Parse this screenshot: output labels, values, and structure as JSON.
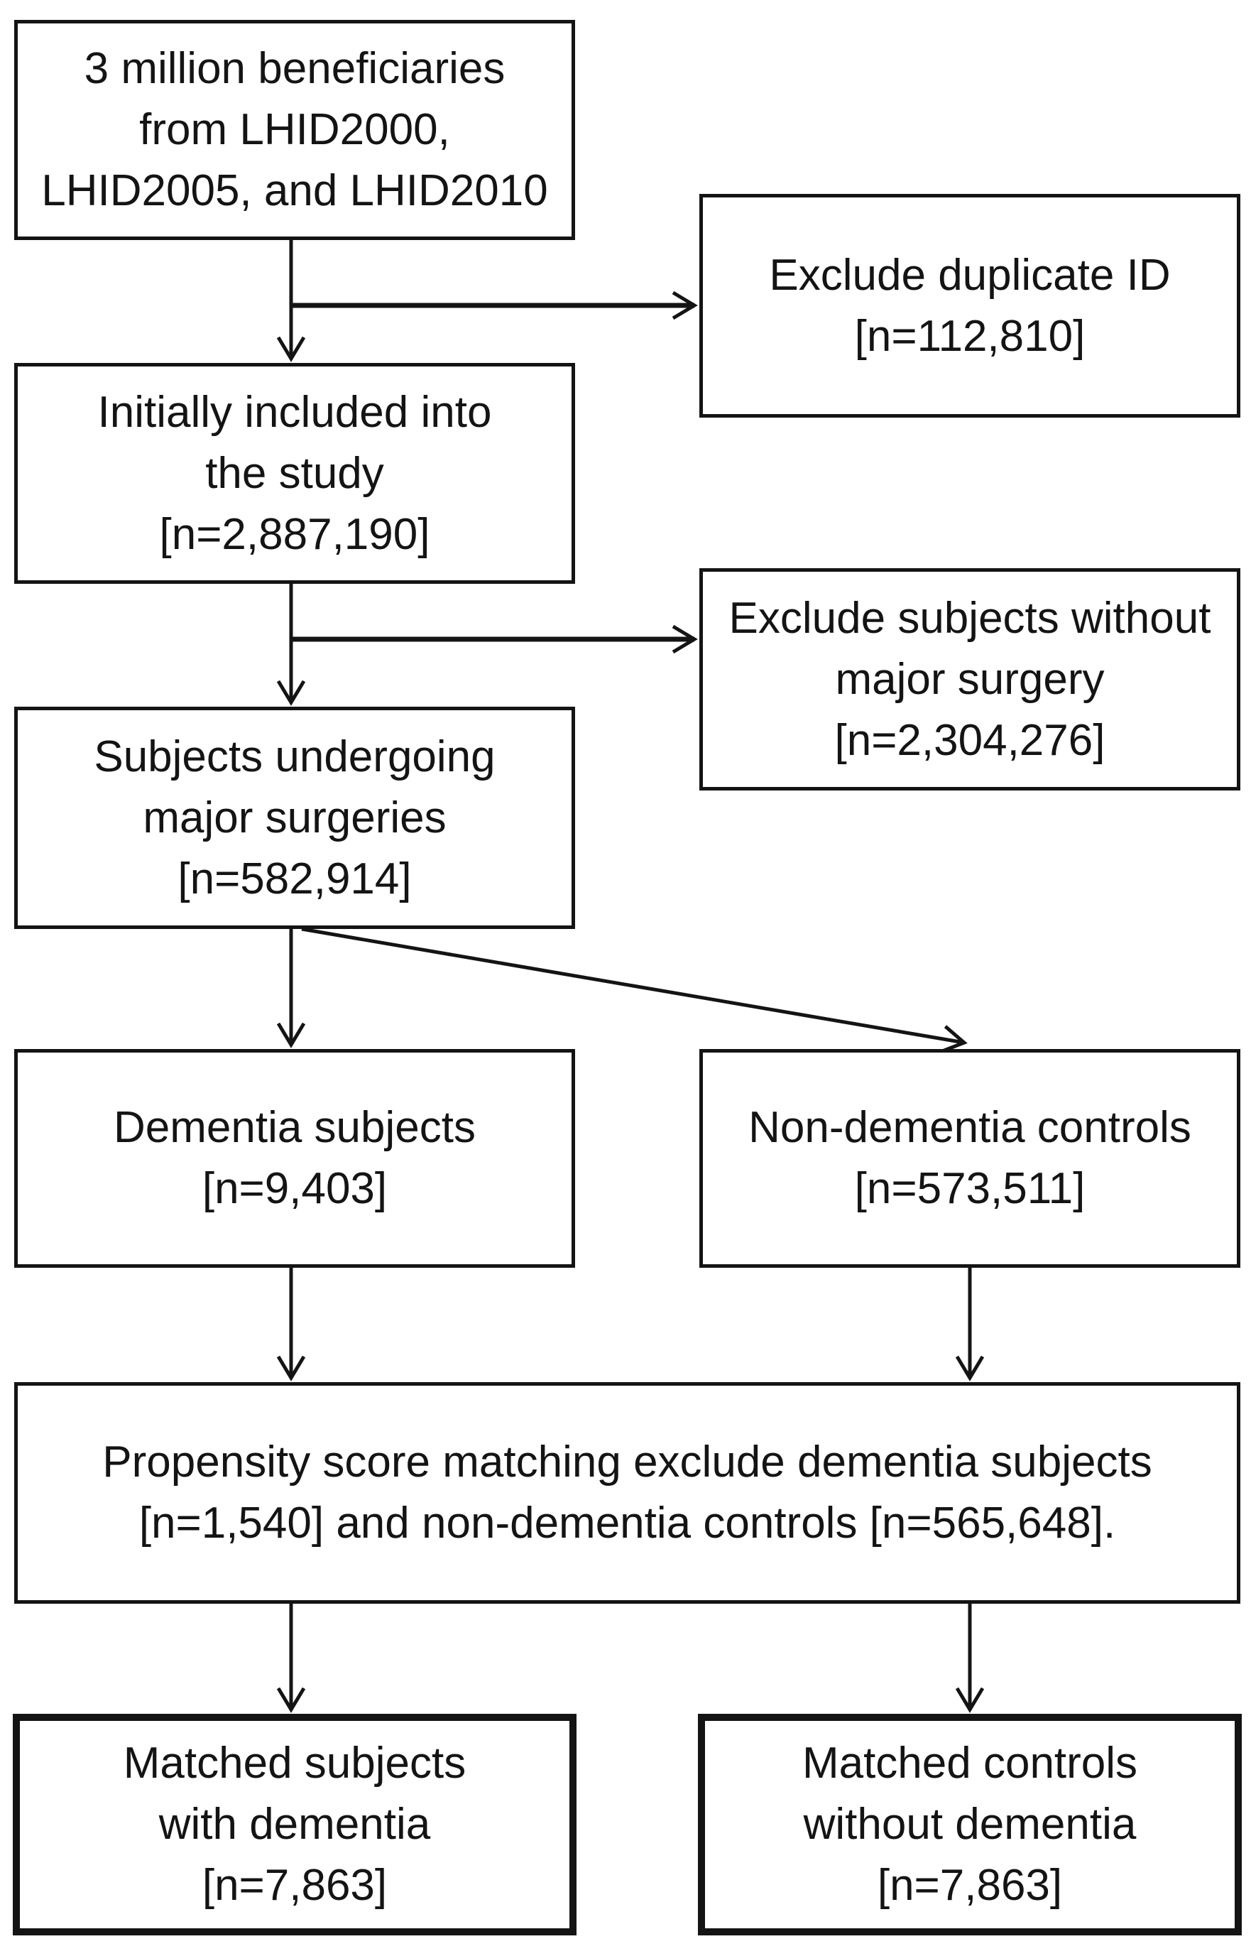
{
  "diagram": {
    "type": "study-flowchart",
    "colors": {
      "background": "#ffffff",
      "line": "#141414",
      "text": "#141414",
      "box_fill": "#ffffff"
    },
    "boxes": {
      "source": {
        "lines": [
          "3 million beneficiaries",
          "from LHID2000,",
          "LHID2005, and LHID2010"
        ]
      },
      "exclude_duplicate": {
        "lines": [
          "Exclude duplicate ID",
          "[n=112,810]"
        ]
      },
      "initially_included": {
        "lines": [
          "Initially included into",
          "the study",
          "[n=2,887,190]"
        ]
      },
      "exclude_without_surgery": {
        "lines": [
          "Exclude subjects without",
          "major surgery",
          "[n=2,304,276]"
        ]
      },
      "major_surgeries": {
        "lines": [
          "Subjects undergoing",
          "major surgeries",
          "[n=582,914]"
        ]
      },
      "dementia_subjects": {
        "lines": [
          "Dementia subjects",
          "[n=9,403]"
        ]
      },
      "non_dementia_controls": {
        "lines": [
          "Non-dementia controls",
          "[n=573,511]"
        ]
      },
      "propensity_matching": {
        "lines": [
          "Propensity score matching exclude dementia subjects",
          "[n=1,540] and non-dementia controls [n=565,648]."
        ]
      },
      "matched_dementia": {
        "lines": [
          "Matched subjects",
          "with dementia",
          "[n=7,863]"
        ]
      },
      "matched_controls": {
        "lines": [
          "Matched controls",
          "without dementia",
          "[n=7,863]"
        ]
      }
    }
  }
}
